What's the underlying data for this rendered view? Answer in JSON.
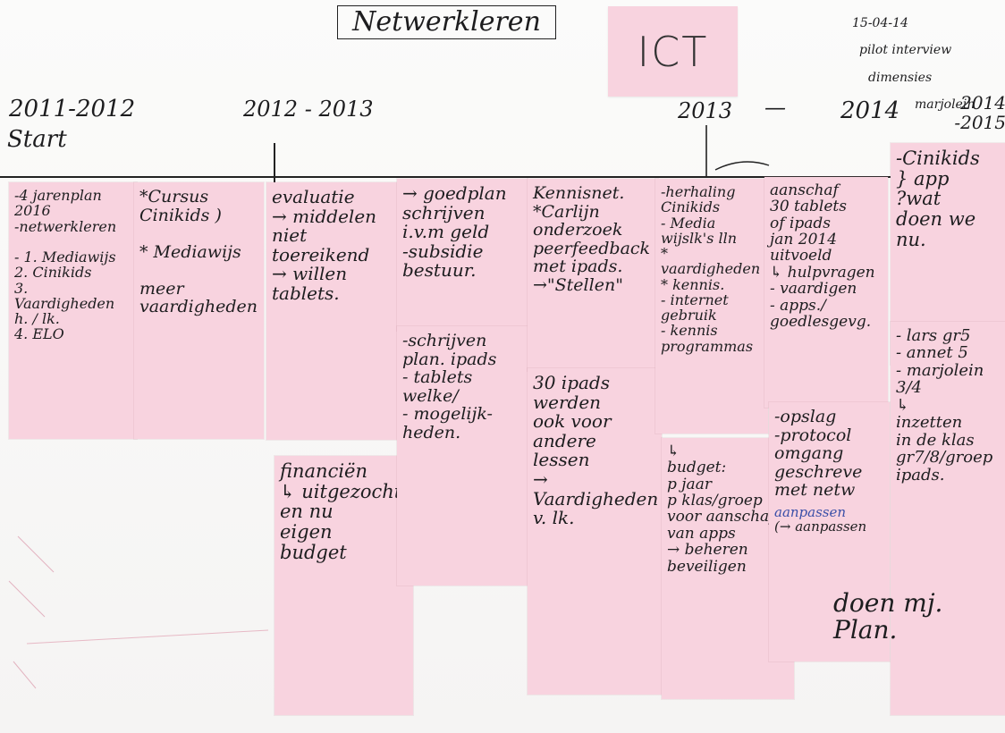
{
  "title": "Netwerkleren",
  "ict_label": "ICT",
  "corner_note": [
    "15-04-14",
    "pilot interview",
    "dimensies",
    "marjolein"
  ],
  "years": {
    "y1": "2011-2012",
    "y1_sub": "Start",
    "y2": "2012 - 2013",
    "y3": "2013",
    "y3_dash": "—",
    "y4": "2014",
    "y5": "2014\n-2015"
  },
  "notes": {
    "n1": "-4 jarenplan\n2016\n-netwerkleren\n\n- 1. Mediawijs\n  2. Cinikids\n  3. Vaardigheden\n   h. / lk.\n  4. ELO",
    "n2": "*Cursus\nCinikids )\n\n* Mediawijs\n\nmeer\nvaardigheden",
    "n3": "evaluatie\n→ middelen\nniet toereikend\n→ willen\ntablets.",
    "n4": "financiën\n↳ uitgezocht\nen nu\neigen\nbudget",
    "n5": "→ goedplan\nschrijven\ni.v.m geld\n-subsidie\nbestuur.",
    "n6": "-schrijven\nplan.       ipads\n- tablets\nwelke/\n- mogelijk-\nheden.",
    "n7": "Kennisnet.\n*Carlijn\nonderzoek\npeerfeedback\nmet ipads.\n→\"Stellen\"",
    "n8": "30 ipads\nwerden\nook voor\nandere\nlessen\n→\nVaardigheden\nv. lk.",
    "n9": "-herhaling\nCinikids\n- Media\nwijslk's lln\n* vaardigheden\n* kennis.\n- internet\n  gebruik\n- kennis\n  programmas",
    "n10": "↳\nbudget:\np jaar\np klas/groep\nvoor aanschaf\nvan apps\n→ beheren\nbeveiligen",
    "n11": "aanschaf\n30 tablets\nof ipads\njan 2014\n       uitvoeld\n↳ hulpvragen\n- vaardigen\n- apps./\ngoedlesgevg.",
    "n12": "-opslag\n-protocol\nomgang\ngeschreve\nmet netw",
    "n13": "-Cinikids\n} app\n?wat\ndoen we\nnu.",
    "n14": "- lars gr5\n- annet 5\n- marjolein 3/4\n↳\ninzetten\nin de klas\ngr7/8/groep\nipads.",
    "n15": "doen mj.\nPlan.",
    "n15_blue": "aanpassen",
    "n15_black": "(→ aanpassen"
  }
}
